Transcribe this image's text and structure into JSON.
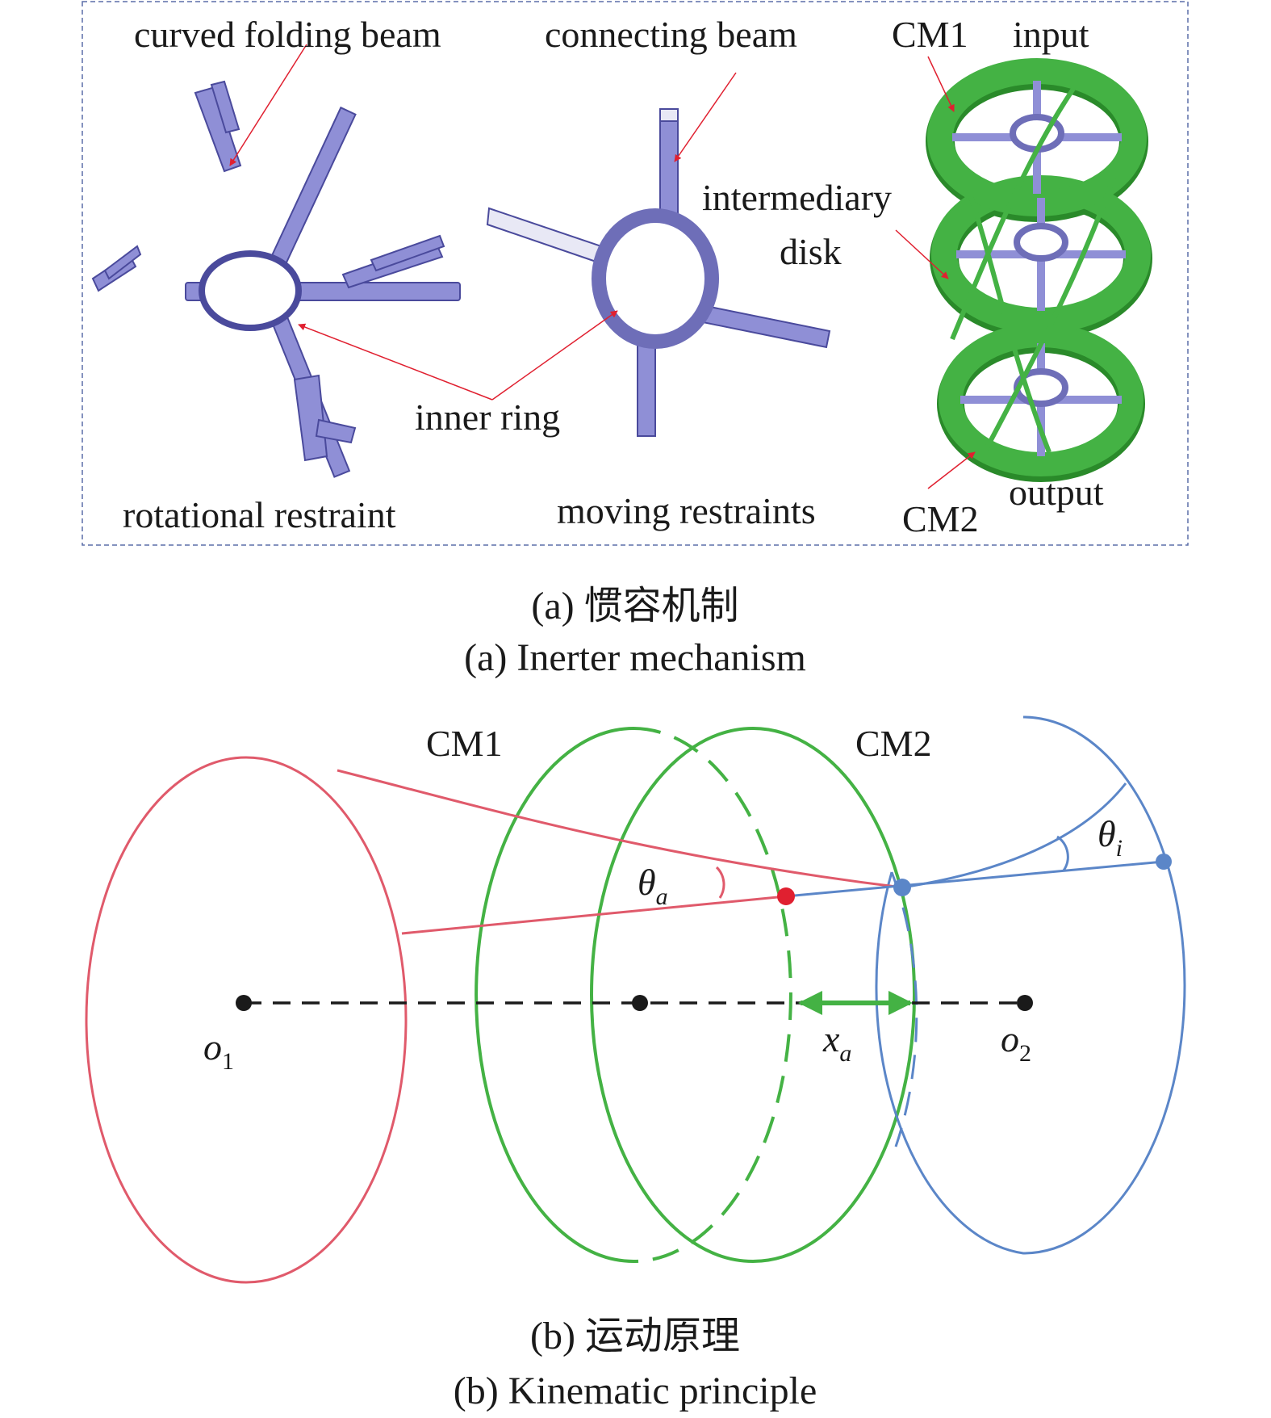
{
  "panel_a": {
    "labels": {
      "curved_folding_beam": "curved folding beam",
      "connecting_beam": "connecting beam",
      "cm1": "CM1",
      "input": "input",
      "intermediary": "intermediary",
      "disk": "disk",
      "inner_ring": "inner ring",
      "rotational_restraint": "rotational restraint",
      "moving_restraints": "moving restraints",
      "cm2": "CM2",
      "output": "output"
    },
    "caption_cn": "(a) 惯容机制",
    "caption_en": "(a) Inerter mechanism"
  },
  "panel_b": {
    "labels": {
      "cm1": "CM1",
      "cm2": "CM2",
      "theta": "θ",
      "theta_a_sub": "a",
      "theta_i_sub": "i",
      "x": "x",
      "x_a_sub": "a",
      "o": "o",
      "o1_sub": "1",
      "o2_sub": "2"
    },
    "caption_cn": "(b) 运动原理",
    "caption_en": "(b) Kinematic principle"
  },
  "colors": {
    "part_blue": "#8f8fd6",
    "part_blue_dark": "#4a4a9c",
    "green": "#44b244",
    "green_dark": "#2a8a2a",
    "red": "#e05a6b",
    "blue_line": "#5b86c8",
    "arrow_red": "#e02030",
    "frame": "#5b6fa8"
  }
}
